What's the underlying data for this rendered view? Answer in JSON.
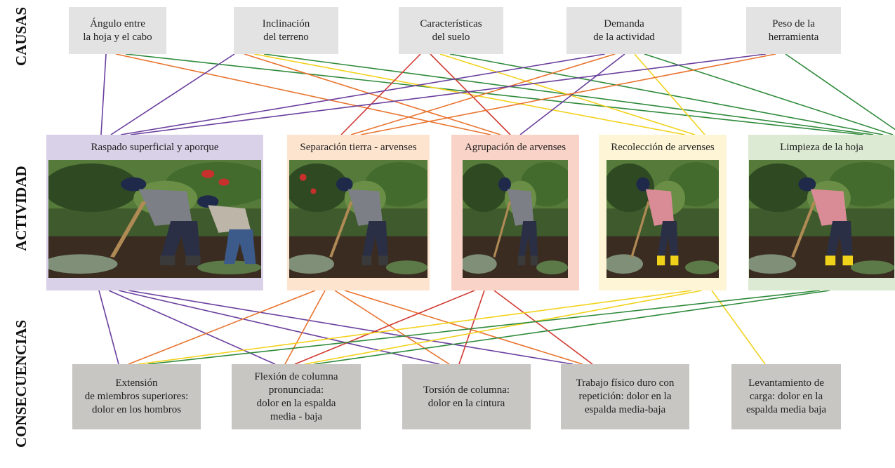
{
  "row_labels": {
    "causes": "CAUSAS",
    "activity": "ACTIVIDAD",
    "consequences": "CONSECUENCIAS"
  },
  "causes": [
    {
      "id": "angulo",
      "lines": [
        "Ángulo entre",
        "la hoja y el cabo"
      ]
    },
    {
      "id": "inclinacion",
      "lines": [
        "Inclinación",
        "del terreno"
      ]
    },
    {
      "id": "suelo",
      "lines": [
        "Características",
        "del suelo"
      ]
    },
    {
      "id": "demanda",
      "lines": [
        "Demanda",
        "de la actividad"
      ]
    },
    {
      "id": "peso",
      "lines": [
        "Peso de la",
        "herramienta"
      ]
    }
  ],
  "activities": [
    {
      "id": "raspado",
      "title": "Raspado superficial y aporque",
      "bg": "#d9d1e8",
      "photo": "two workers scraping soil with hoes"
    },
    {
      "id": "separacion",
      "title": "Separación tierra - arvenses",
      "bg": "#fde4cf",
      "photo": "worker separating soil and weeds"
    },
    {
      "id": "agrupacion",
      "title": "Agrupación de arvenses",
      "bg": "#f9d3c7",
      "photo": "worker grouping weeds"
    },
    {
      "id": "recoleccion",
      "title": "Recolección de arvenses",
      "bg": "#fdf5d6",
      "photo": "worker crouching collecting weeds"
    },
    {
      "id": "limpieza",
      "title": "Limpieza de la hoja",
      "bg": "#dcead3",
      "photo": "worker cleaning hoe blade"
    }
  ],
  "consequences": [
    {
      "id": "extension",
      "lines": [
        "Extensión",
        "de miembros superiores:",
        "dolor en los hombros"
      ]
    },
    {
      "id": "flexion",
      "lines": [
        "Flexión de columna",
        "pronunciada:",
        "dolor en la espalda",
        "media - baja"
      ]
    },
    {
      "id": "torsion",
      "lines": [
        "Torsión de columna:",
        "dolor en la cintura"
      ]
    },
    {
      "id": "trabajo",
      "lines": [
        "Trabajo físico duro con",
        "repetición: dolor en la",
        "espalda media-baja"
      ]
    },
    {
      "id": "levantamiento",
      "lines": [
        "Levantamiento de",
        "carga: dolor en la",
        "espalda media baja"
      ]
    }
  ],
  "colors": {
    "purple": "#6a3f9e",
    "orange": "#e8742f",
    "red": "#d03a32",
    "yellow": "#f2d21c",
    "green": "#2f8a3b"
  },
  "links_top": [
    {
      "from": "angulo",
      "to": "raspado",
      "color": "purple"
    },
    {
      "from": "angulo",
      "to": "agrupacion",
      "color": "orange"
    },
    {
      "from": "angulo",
      "to": "limpieza",
      "color": "green"
    },
    {
      "from": "inclinacion",
      "to": "raspado",
      "color": "purple"
    },
    {
      "from": "inclinacion",
      "to": "agrupacion",
      "color": "orange"
    },
    {
      "from": "inclinacion",
      "to": "recoleccion",
      "color": "yellow"
    },
    {
      "from": "inclinacion",
      "to": "limpieza",
      "color": "green"
    },
    {
      "from": "suelo",
      "to": "separacion",
      "color": "red"
    },
    {
      "from": "suelo",
      "to": "agrupacion",
      "color": "red"
    },
    {
      "from": "suelo",
      "to": "recoleccion",
      "color": "yellow"
    },
    {
      "from": "suelo",
      "to": "limpieza",
      "color": "green"
    },
    {
      "from": "demanda",
      "to": "raspado",
      "color": "purple"
    },
    {
      "from": "demanda",
      "to": "separacion",
      "color": "orange"
    },
    {
      "from": "demanda",
      "to": "agrupacion",
      "color": "purple"
    },
    {
      "from": "demanda",
      "to": "recoleccion",
      "color": "yellow"
    },
    {
      "from": "demanda",
      "to": "limpieza",
      "color": "green"
    },
    {
      "from": "peso",
      "to": "raspado",
      "color": "purple"
    },
    {
      "from": "peso",
      "to": "separacion",
      "color": "orange"
    },
    {
      "from": "peso",
      "to": "limpieza",
      "color": "green"
    }
  ],
  "links_bottom": [
    {
      "from": "raspado",
      "to": "extension",
      "color": "purple"
    },
    {
      "from": "raspado",
      "to": "flexion",
      "color": "purple"
    },
    {
      "from": "raspado",
      "to": "torsion",
      "color": "purple"
    },
    {
      "from": "raspado",
      "to": "trabajo",
      "color": "purple"
    },
    {
      "from": "separacion",
      "to": "extension",
      "color": "orange"
    },
    {
      "from": "separacion",
      "to": "flexion",
      "color": "orange"
    },
    {
      "from": "separacion",
      "to": "torsion",
      "color": "orange"
    },
    {
      "from": "separacion",
      "to": "trabajo",
      "color": "orange"
    },
    {
      "from": "agrupacion",
      "to": "flexion",
      "color": "red"
    },
    {
      "from": "agrupacion",
      "to": "torsion",
      "color": "red"
    },
    {
      "from": "agrupacion",
      "to": "trabajo",
      "color": "red"
    },
    {
      "from": "recoleccion",
      "to": "extension",
      "color": "yellow"
    },
    {
      "from": "recoleccion",
      "to": "flexion",
      "color": "yellow"
    },
    {
      "from": "recoleccion",
      "to": "levantamiento",
      "color": "yellow"
    },
    {
      "from": "limpieza",
      "to": "extension",
      "color": "green"
    },
    {
      "from": "limpieza",
      "to": "flexion",
      "color": "green"
    }
  ]
}
